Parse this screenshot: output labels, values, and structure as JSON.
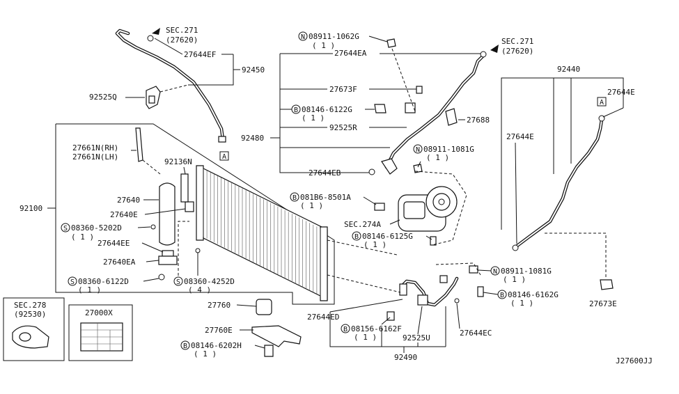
{
  "diagram_id": "J27600JJ",
  "sec_labels": {
    "sec271_top_a": "SEC.271",
    "sec271_top_a_sub": "(27620)",
    "sec271_top_b": "SEC.271",
    "sec271_top_b_sub": "(27620)",
    "sec278": "SEC.278",
    "sec278_sub": "(92530)",
    "sec274a": "SEC.274A",
    "box_a": "A"
  },
  "parts": {
    "p27644EF": "27644EF",
    "p92450": "92450",
    "p92525Q": "92525Q",
    "p08911_1062G": "08911-1062G",
    "p08911_1062G_qty": "( 1 )",
    "p27644EA": "27644EA",
    "p27673F": "27673F",
    "p08146_6122G": "08146-6122G",
    "p08146_6122G_qty": "( 1 )",
    "p92525R": "92525R",
    "p27688": "27688",
    "p92480": "92480",
    "p08911_1081G_a": "08911-1081G",
    "p08911_1081G_a_qty": "( 1 )",
    "p27644EB": "27644EB",
    "p92440": "92440",
    "p27644E_a": "27644E",
    "p27644E_b": "27644E",
    "p27661N_RH": "27661N(RH)",
    "p27661N_LH": "27661N(LH)",
    "p92136N": "92136N",
    "p27640": "27640",
    "p27640E": "27640E",
    "p92100": "92100",
    "p08360_5202D": "08360-5202D",
    "p08360_5202D_qty": "( 1 )",
    "p27644EE": "27644EE",
    "p27640EA": "27640EA",
    "p08360_6122D": "08360-6122D",
    "p08360_6122D_qty": "( 1 )",
    "p08360_4252D": "08360-4252D",
    "p08360_4252D_qty": "( 4 )",
    "p081B6_8501A": "081B6-8501A",
    "p081B6_8501A_qty": "( 1 )",
    "p08146_6125G": "08146-6125G",
    "p08146_6125G_qty": "( 1 )",
    "p08911_1081G_b": "08911-1081G",
    "p08911_1081G_b_qty": "( 1 )",
    "p08146_6162G": "08146-6162G",
    "p08146_6162G_qty": "( 1 )",
    "p27673E": "27673E",
    "p27760": "27760",
    "p27760E": "27760E",
    "p08146_6202H": "08146-6202H",
    "p08146_6202H_qty": "( 1 )",
    "p27644ED": "27644ED",
    "p08156_6162F": "08156-6162F",
    "p08156_6162F_qty": "( 1 )",
    "p92525U": "92525U",
    "p27644EC": "27644EC",
    "p92490": "92490",
    "p27000X": "27000X"
  },
  "prefix": {
    "N": "N",
    "B": "B",
    "S": "S"
  }
}
